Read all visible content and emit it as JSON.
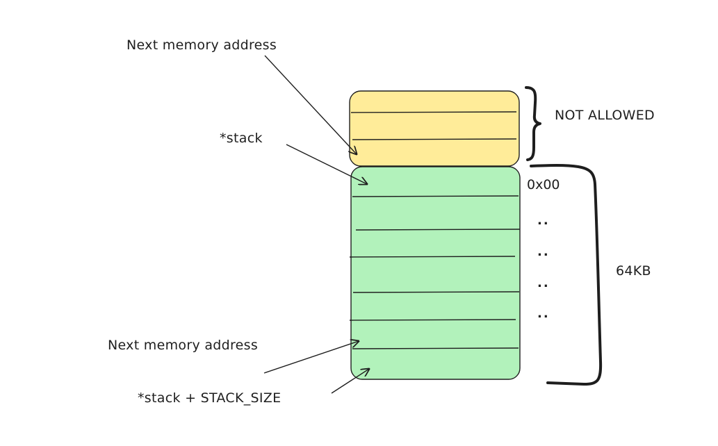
{
  "colors": {
    "ink": "#1e1e1e",
    "not_allowed_fill": "#ffec99",
    "stack_fill": "#b2f2bb"
  },
  "labels": {
    "next_memory_top": "Next memory address",
    "stack_ptr": "*stack",
    "not_allowed": "NOT ALLOWED",
    "addr_start": "0x00",
    "dots": [
      "..",
      "..",
      "..",
      ".."
    ],
    "size": "64KB",
    "next_memory_bottom": "Next memory address",
    "stack_end": "*stack + STACK_SIZE"
  }
}
